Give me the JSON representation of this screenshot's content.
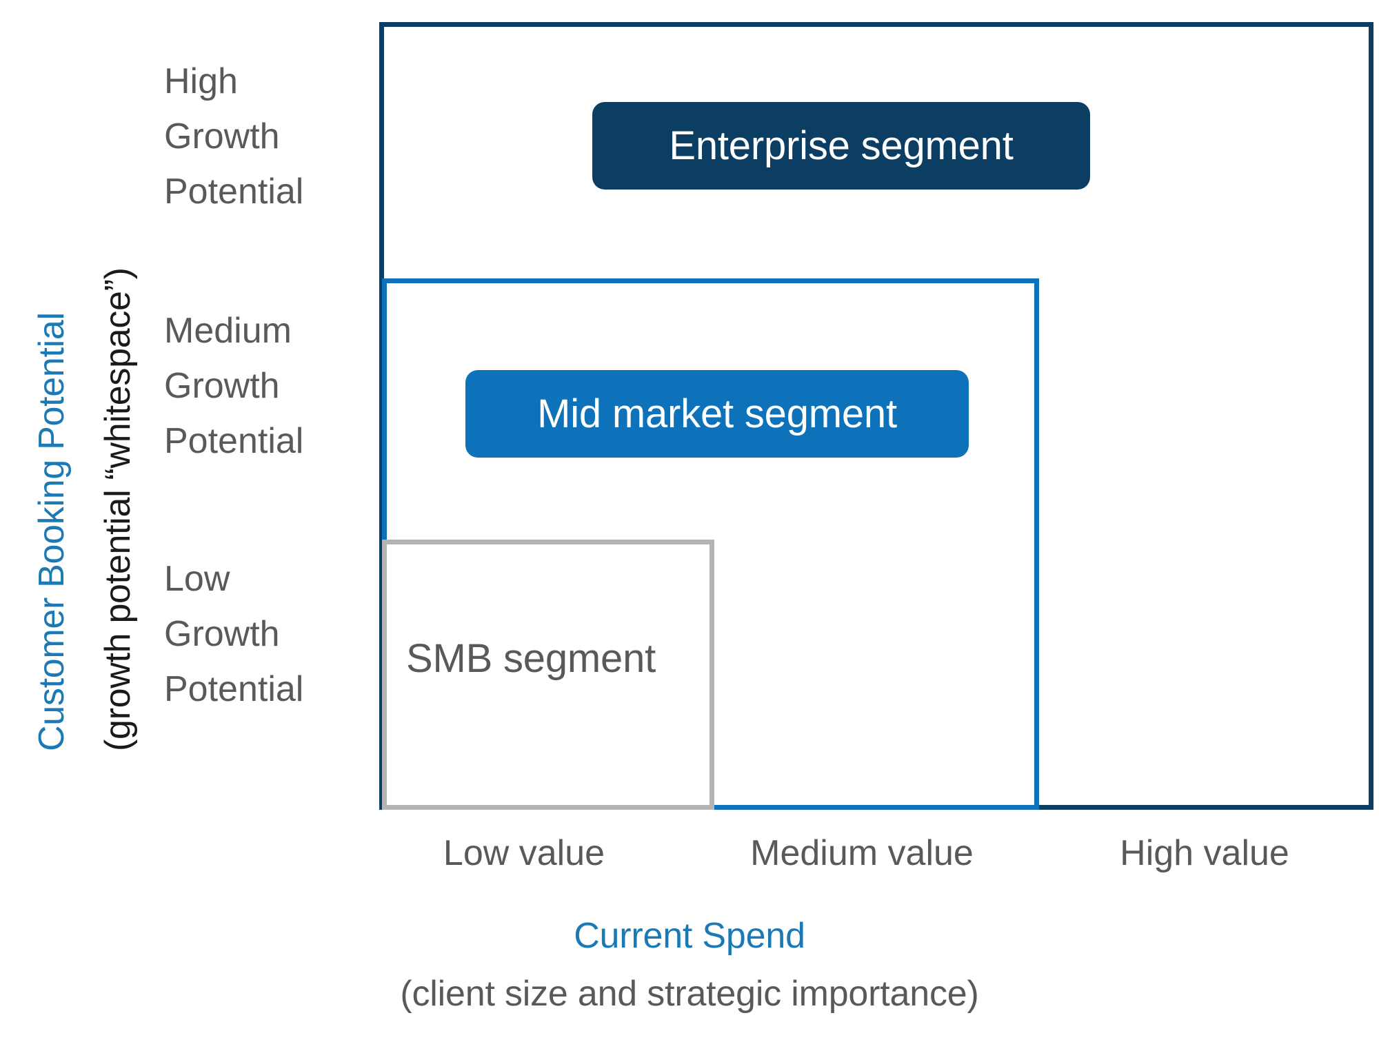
{
  "chart_data": {
    "type": "diagram",
    "title": "",
    "xlabel": "Current Spend",
    "xlabel_sub": "(client size and strategic importance)",
    "ylabel": "Customer Booking Potential",
    "ylabel_sub": "(growth potential “whitespace”)",
    "x_categories": [
      "Low value",
      "Medium value",
      "High value"
    ],
    "y_categories": [
      "Low Growth Potential",
      "Medium Growth Potential",
      "High Growth Potential"
    ],
    "grid": false,
    "legend": "none",
    "series": [
      {
        "name": "SMB segment",
        "x_span": [
          "Low value"
        ],
        "y_span": [
          "Low Growth Potential"
        ],
        "color": "#b3b4b6",
        "label_color": "#58595b",
        "style": "outlined-box"
      },
      {
        "name": "Mid market segment",
        "x_span": [
          "Low value",
          "Medium value"
        ],
        "y_span": [
          "Low Growth Potential",
          "Medium Growth Potential"
        ],
        "color": "#0d72b9",
        "label_color": "#ffffff",
        "style": "outlined-box-with-pill"
      },
      {
        "name": "Enterprise segment",
        "x_span": [
          "Low value",
          "Medium value",
          "High value"
        ],
        "y_span": [
          "Low Growth Potential",
          "Medium Growth Potential",
          "High Growth Potential"
        ],
        "color": "#0c3d63",
        "label_color": "#ffffff",
        "style": "outlined-box-with-pill"
      }
    ]
  },
  "axes": {
    "y": {
      "title": "Customer Booking Potential",
      "subtitle": "(growth potential “whitespace”)",
      "title_color": "#1b7ab5",
      "subtitle_color": "#1a1a1a",
      "ticks": [
        {
          "label": "High\nGrowth\nPotential"
        },
        {
          "label": "Medium\nGrowth\nPotential"
        },
        {
          "label": "Low\nGrowth\nPotential"
        }
      ]
    },
    "x": {
      "title": "Current Spend",
      "subtitle": "(client size and strategic importance)",
      "title_color": "#1b7ab5",
      "subtitle_color": "#58595b",
      "ticks": [
        {
          "label": "Low value"
        },
        {
          "label": "Medium value"
        },
        {
          "label": "High value"
        }
      ]
    }
  },
  "segments": {
    "enterprise": {
      "label": "Enterprise segment",
      "color": "#0c3d63"
    },
    "midmarket": {
      "label": "Mid market segment",
      "color": "#0d72b9"
    },
    "smb": {
      "label": "SMB segment",
      "color": "#b3b4b6"
    }
  },
  "colors": {
    "navy": "#0c3d63",
    "blue": "#0d72b9",
    "accent_blue": "#1b7ab5",
    "gray": "#b3b4b6",
    "text_gray": "#58595b",
    "black": "#1a1a1a",
    "white": "#ffffff"
  }
}
